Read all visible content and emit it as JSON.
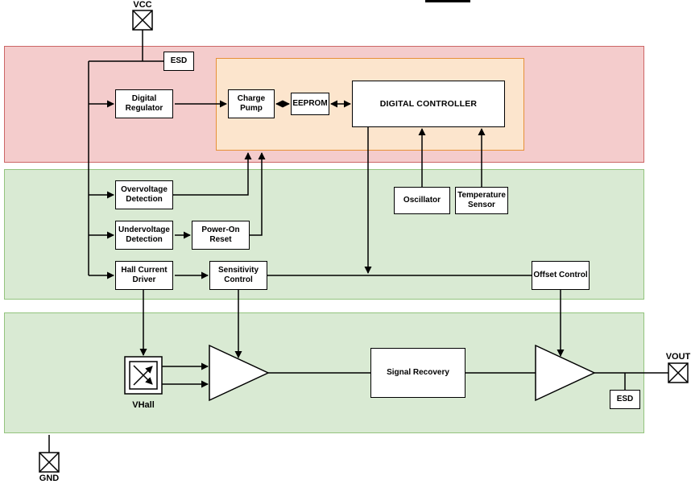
{
  "diagram": {
    "pins": {
      "vcc": "VCC",
      "gnd": "GND",
      "vout": "VOUT",
      "vhall": "VHall"
    },
    "blocks": {
      "esd_top": "ESD",
      "digital_regulator": "Digital Regulator",
      "charge_pump": "Charge Pump",
      "eeprom": "EEPROM",
      "digital_controller": "DIGITAL CONTROLLER",
      "oscillator": "Oscillator",
      "temperature_sensor": "Temperature Sensor",
      "overvoltage_detection": "Overvoltage Detection",
      "undervoltage_detection": "Undervoltage Detection",
      "power_on_reset": "Power-On Reset",
      "hall_current_driver": "Hall Current Driver",
      "sensitivity_control": "Sensitivity Control",
      "offset_control": "Offset Control",
      "signal_recovery": "Signal Recovery",
      "esd_bottom": "ESD"
    },
    "colors": {
      "region_red_fill": "#f4cccc",
      "region_red_stroke": "#cc6666",
      "region_green_fill": "#d9ead3",
      "region_green_stroke": "#93c47d",
      "region_orange_fill": "#fce5cd",
      "region_orange_stroke": "#e69138",
      "box_fill": "#ffffff",
      "box_stroke": "#000000",
      "wire": "#000000"
    }
  }
}
